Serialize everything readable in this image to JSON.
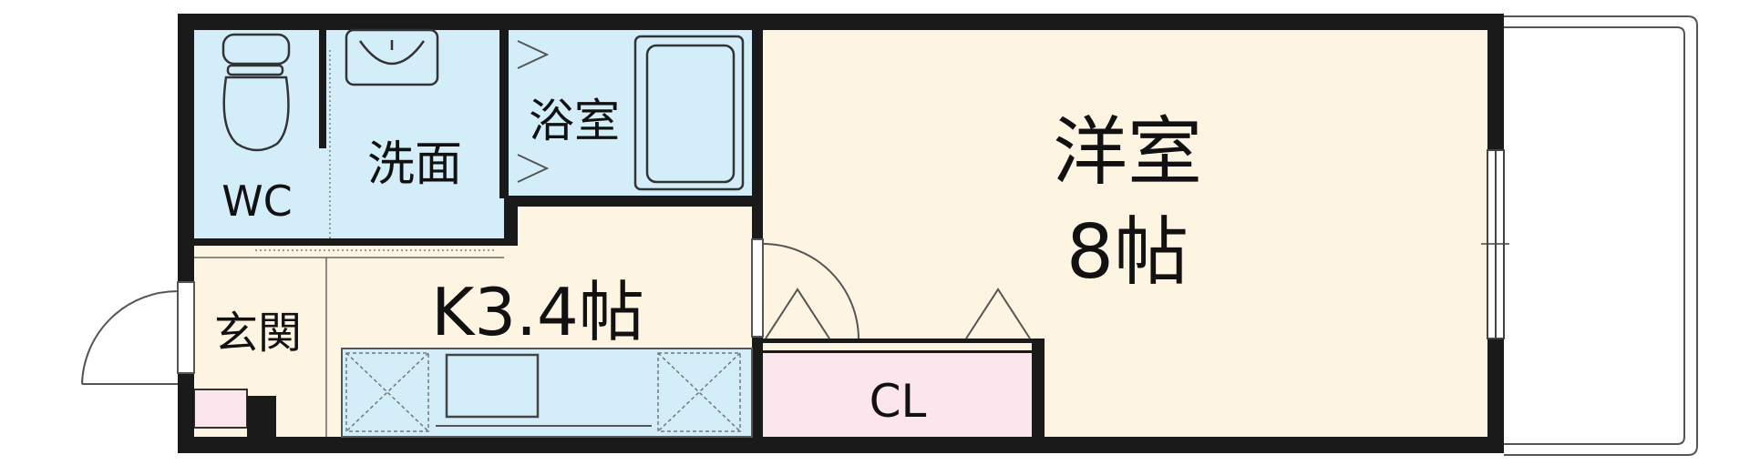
{
  "colors": {
    "wall": "#1a1a1a",
    "wet_area": "#d3eef8",
    "living": "#fdf4e2",
    "closet": "#fbe6ee",
    "entry_box": "#fbe6ee",
    "line": "#555555"
  },
  "rooms": {
    "wc": "WC",
    "washroom": "洗面",
    "bathroom": "浴室",
    "western_room_line1": "洋室",
    "western_room_line2": "8帖",
    "kitchen": "K3.4帖",
    "entrance": "玄関",
    "closet": "CL"
  },
  "icons": [
    "toilet-icon",
    "washbasin-icon",
    "bathtub-icon",
    "sink-icon",
    "door-swing-icon",
    "window-icon",
    "balcony-icon"
  ]
}
